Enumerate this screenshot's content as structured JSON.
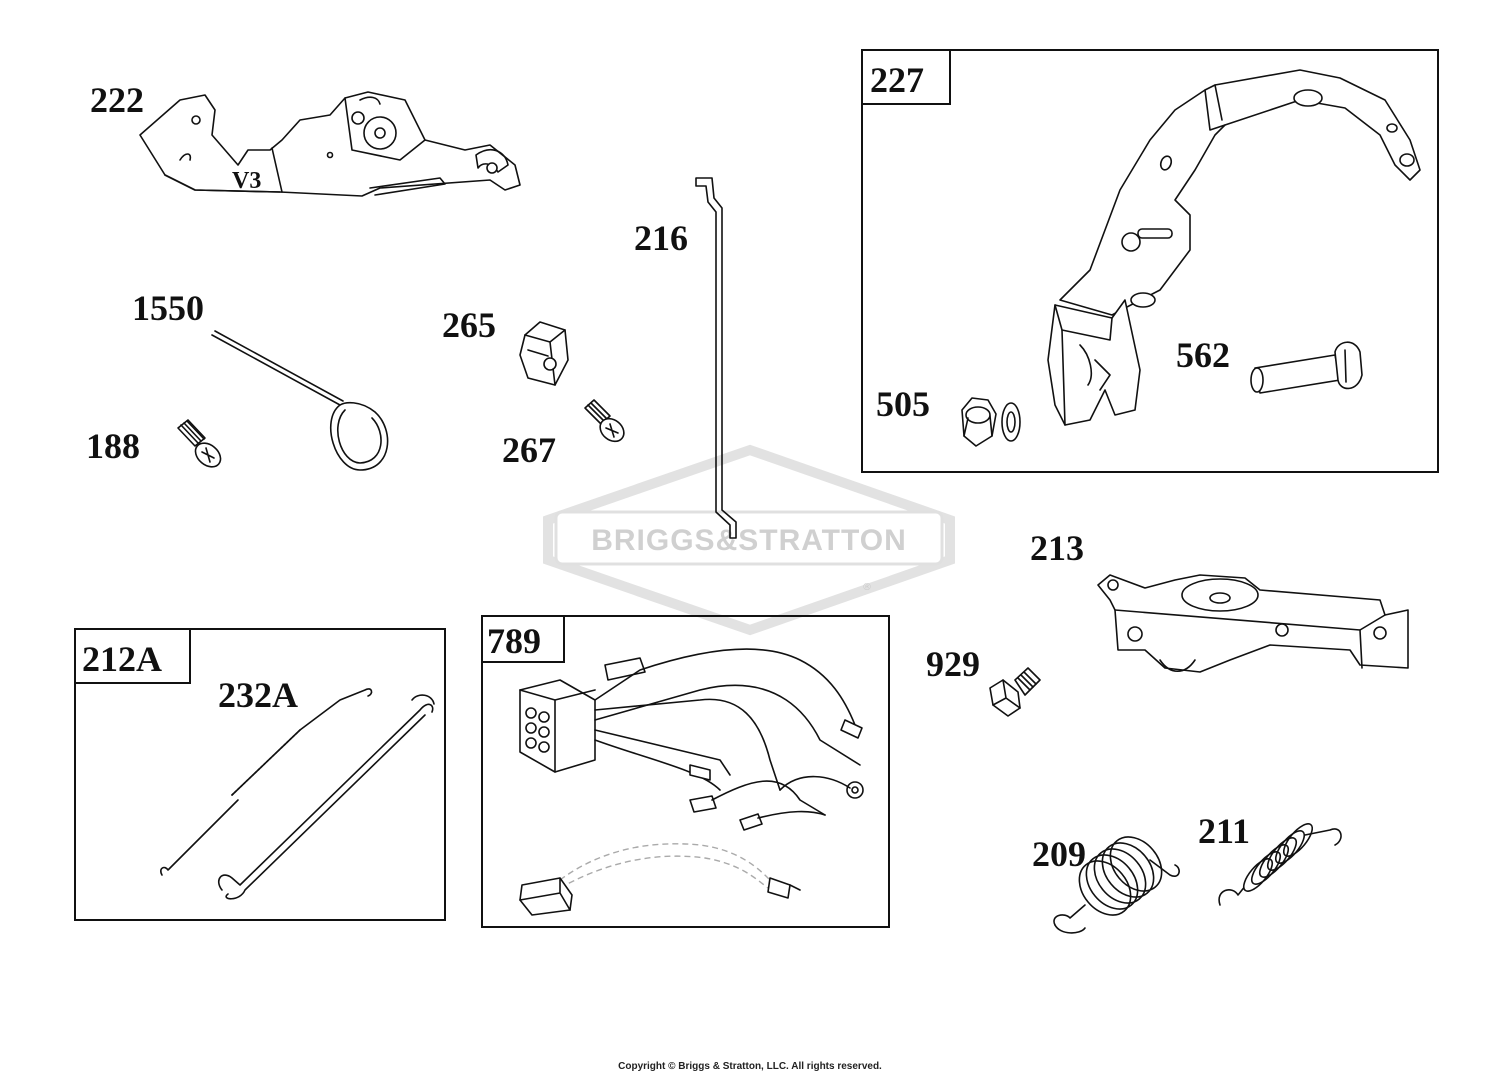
{
  "watermark": "BRIGGS&STRATTON",
  "watermark_mark": "®",
  "copyright": "Copyright © Briggs & Stratton, LLC. All rights reserved.",
  "parts": {
    "p222": "222",
    "p222_mark": "V3",
    "p216": "216",
    "p1550": "1550",
    "p265": "265",
    "p188": "188",
    "p267": "267",
    "p227": "227",
    "p562": "562",
    "p505": "505",
    "p213": "213",
    "p929": "929",
    "p212a": "212A",
    "p232a": "232A",
    "p789": "789",
    "p209": "209",
    "p211": "211"
  }
}
